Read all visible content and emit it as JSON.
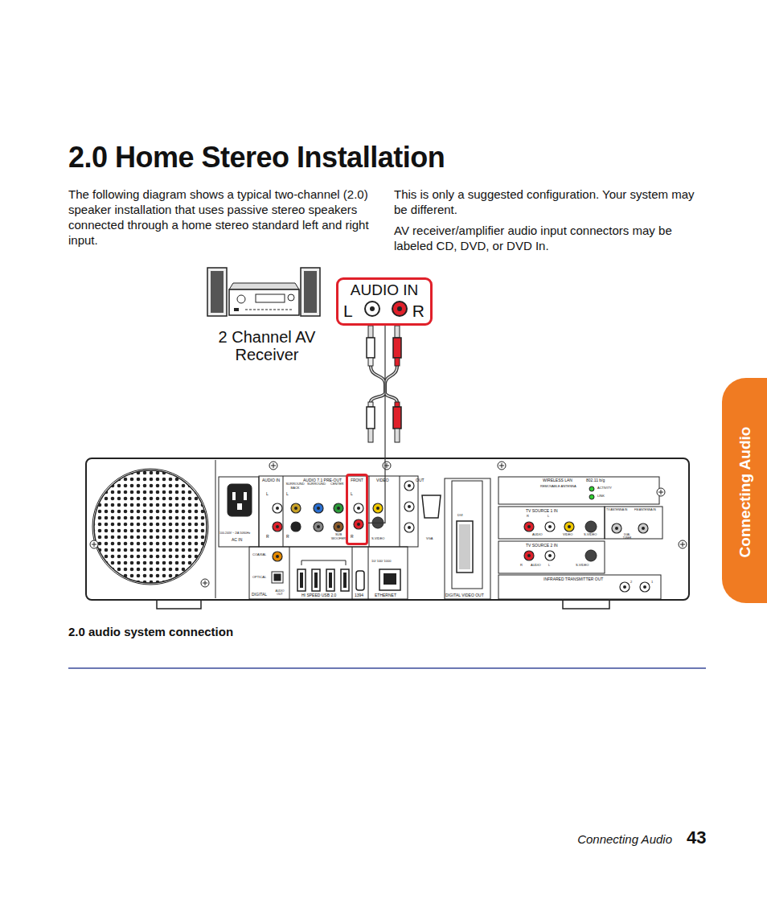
{
  "diagram": {
    "title": "2.0 Home Stereo Installation",
    "caption": "2.0 audio system connection",
    "nodes": [
      {
        "text": [
          "2 Channel AV Receiver"
        ]
      },
      {
        "text": [
          "AUDIO IN",
          "L",
          "R"
        ]
      },
      {
        "text": [
          "FRONT"
        ]
      }
    ],
    "edges": [
      {
        "from": 2,
        "to": 1,
        "arrow": "none"
      }
    ],
    "labels": [
      "The following diagram shows a typical two-channel (2.0) speaker installation that uses passive stereo speakers connected through a home stereo standard left and right input.",
      "This is only a suggested configuration. Your system may be different.",
      "AV receiver/amplifier audio input connectors may be labeled CD, DVD, or DVD In.",
      "AUDIO IN",
      "AUDIO 7.1 PRE-OUT",
      "SURROUND BACK",
      "SURROUND",
      "CENTER",
      "SUB WOOFER",
      "L",
      "R",
      "L",
      "R",
      "L",
      "R",
      "VIDEO",
      "OUT",
      "S-VIDEO",
      "VGA",
      "DVI",
      "DIGITAL VIDEO OUT",
      "100-240V ~ 2/A 50/60Hz",
      "AC IN",
      "COAXIAL",
      "OPTICAL",
      "DIGITAL",
      "AUDIO OUT",
      "HI SPEED USB 2.0",
      "1394",
      "10/ 100/ 1000",
      "ETHERNET",
      "WIRELESS LAN",
      "802.11 b/g",
      "REMOVABLE ANTENNA",
      "ACTIVITY",
      "LINK",
      "TV SOURCE 1 IN",
      "TV ANTENNA IN",
      "FM ANTENNA IN",
      "R",
      "L",
      "AUDIO",
      "VIDEO",
      "S-VIDEO",
      "DUAL TUNER",
      "TV SOURCE 2 IN",
      "R",
      "AUDIO",
      "L",
      "S-VIDEO",
      "INFRARED TRANSMITTER OUT",
      "2",
      "1",
      "Connecting Audio",
      "Connecting Audio",
      "43"
    ]
  }
}
